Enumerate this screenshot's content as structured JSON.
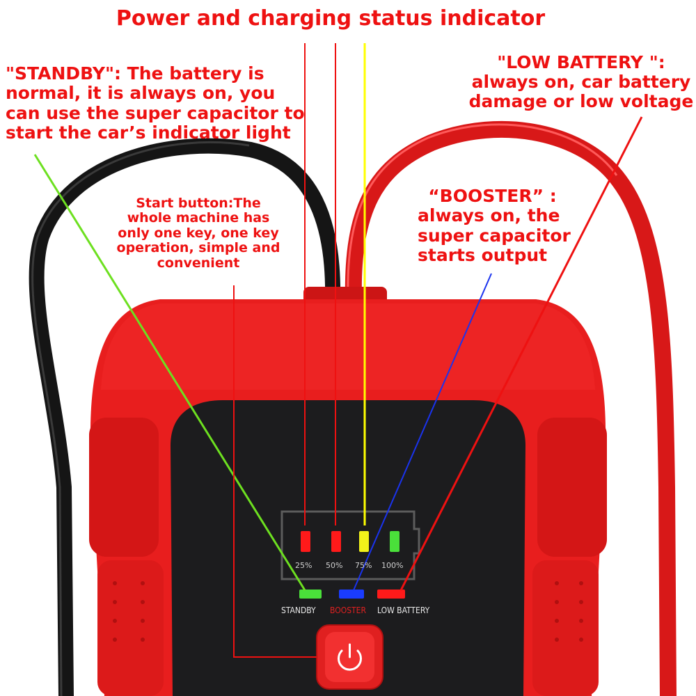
{
  "title": "Power and charging status indicator",
  "standby_note": [
    "\"STANDBY\": The battery is",
    "normal, it is always on, you",
    "can use the super capacitor to",
    "start the car’s indicator light"
  ],
  "start_note": [
    "Start button:The",
    "whole machine has",
    "only one key, one key",
    "operation, simple and",
    "convenient"
  ],
  "booster_note": [
    "“BOOSTER”  :",
    "always on, the",
    "super capacitor",
    "starts output"
  ],
  "low_note": [
    "\"LOW BATTERY \":",
    "always on, car battery",
    "damage or low voltage"
  ],
  "device": {
    "level_labels": [
      "25%",
      "50%",
      "75%",
      "100%"
    ],
    "status_labels": {
      "standby": "STANDBY",
      "booster": "BOOSTER",
      "low": "LOW BATTERY"
    },
    "power_button": "power-icon"
  },
  "colors": {
    "annotation_text": "#ee1111",
    "device_body": "#e81e1e",
    "panel": "#1c1c1e",
    "led_red": "#ff1a1a",
    "led_yellow": "#f2f21a",
    "led_green": "#4ae03a",
    "led_blue": "#1a3cff",
    "line_green": "#6de020",
    "line_yellow": "#ffff00",
    "line_blue": "#1a33ee"
  }
}
